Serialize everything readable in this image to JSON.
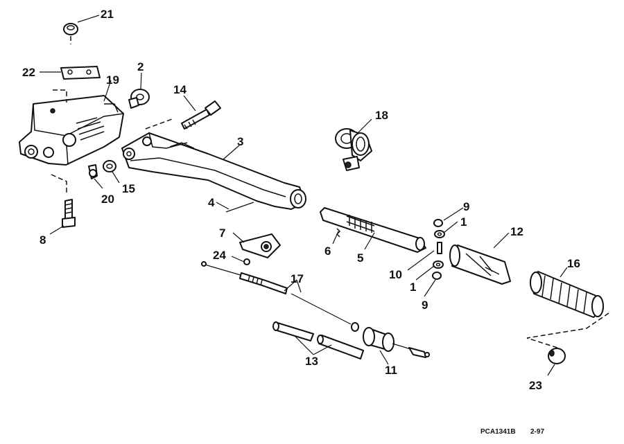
{
  "callouts": {
    "c1a": "1",
    "c1b": "1",
    "c2": "2",
    "c3": "3",
    "c4": "4",
    "c5": "5",
    "c6": "6",
    "c7": "7",
    "c8": "8",
    "c9a": "9",
    "c9b": "9",
    "c10": "10",
    "c11": "11",
    "c12": "12",
    "c13": "13",
    "c14": "14",
    "c15": "15",
    "c16": "16",
    "c17": "17",
    "c18": "18",
    "c19": "19",
    "c20": "20",
    "c21": "21",
    "c22": "22",
    "c23": "23",
    "c24": "24"
  },
  "footer": {
    "drawing_code": "PCA1341B",
    "revision": "2-97"
  }
}
